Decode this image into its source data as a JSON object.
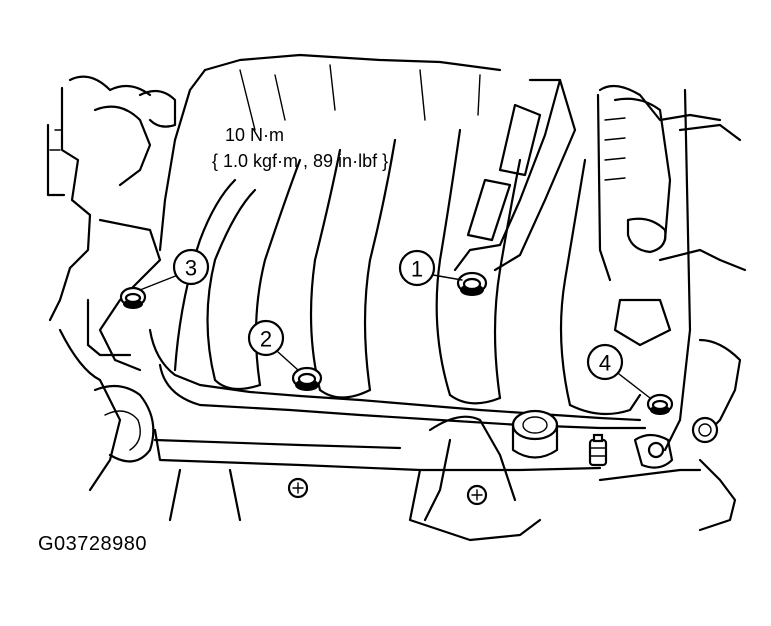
{
  "torque_spec": {
    "line1": "10 N·m",
    "line2": "{ 1.0 kgf·m , 89 in·lbf }"
  },
  "callouts": [
    {
      "number": "1"
    },
    {
      "number": "2"
    },
    {
      "number": "3"
    },
    {
      "number": "4"
    }
  ],
  "figure_code": "G03728980",
  "colors": {
    "ink": "#000000",
    "paper": "#ffffff"
  }
}
